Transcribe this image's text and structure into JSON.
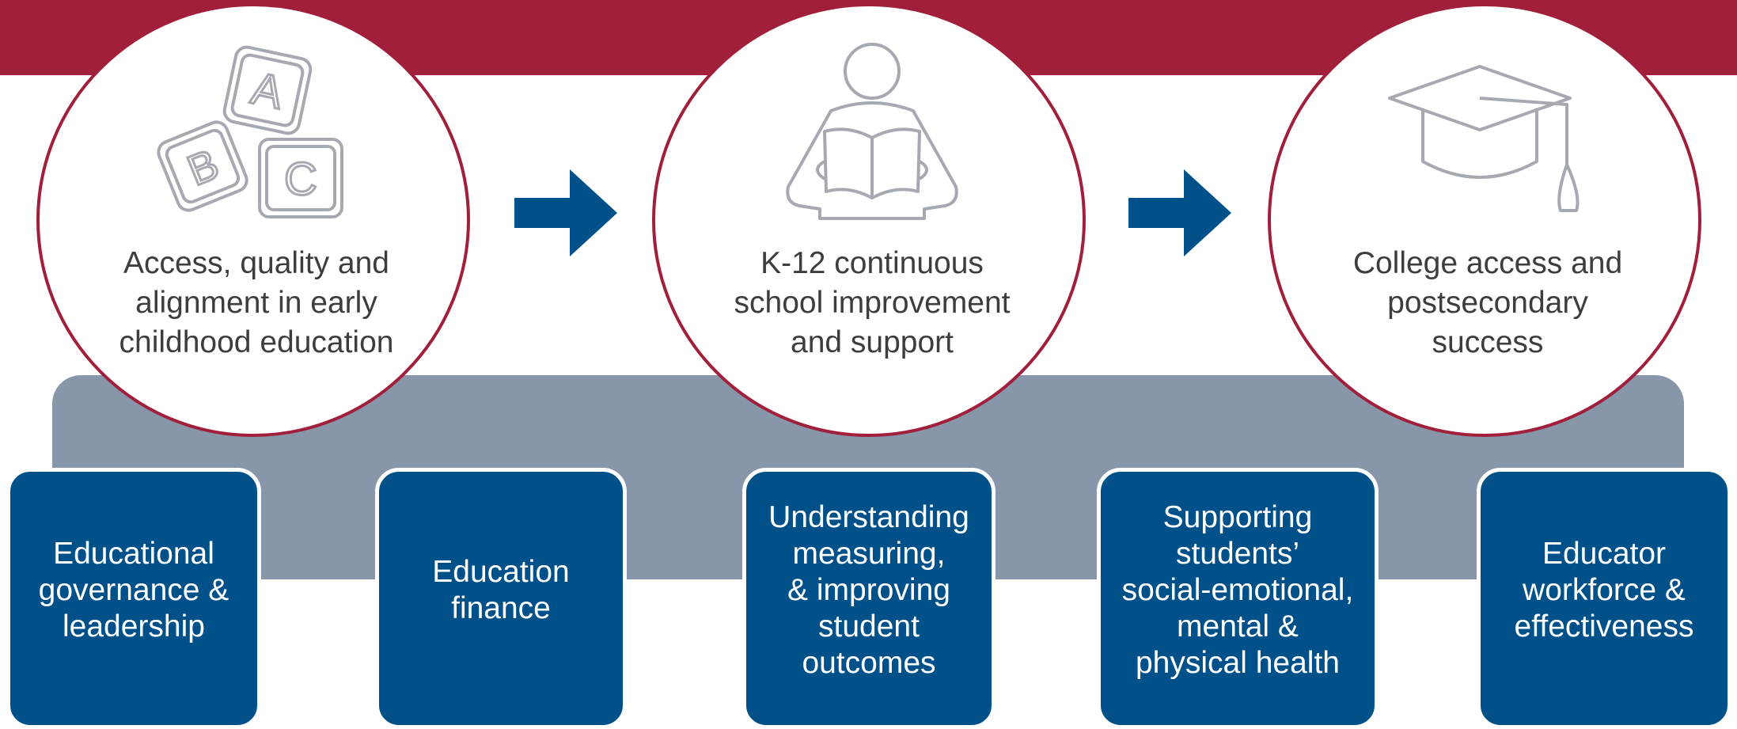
{
  "colors": {
    "crimson": "#a11f3b",
    "navy": "#005189",
    "gray_band": "#8796a8",
    "icon_gray": "#a6aab0",
    "text_dark": "#3d3d3d",
    "white": "#ffffff"
  },
  "stages": [
    {
      "icon": "abc-blocks-icon",
      "label": "Access, quality and alignment in early childhood education"
    },
    {
      "icon": "reading-person-icon",
      "label": "K-12 continuous school improvement and support"
    },
    {
      "icon": "graduation-cap-icon",
      "label": "College access and postsecondary success"
    }
  ],
  "arrows": [
    "arrow-right-icon",
    "arrow-right-icon"
  ],
  "block_letters": [
    "A",
    "B",
    "C"
  ],
  "focus_areas": [
    {
      "label": "Educational\ngovernance &\nleadership"
    },
    {
      "label": "Education\nfinance"
    },
    {
      "label": "Understanding\nmeasuring,\n& improving\nstudent\noutcomes"
    },
    {
      "label": "Supporting\nstudents’\nsocial-emotional,\nmental &\nphysical health"
    },
    {
      "label": "Educator\nworkforce &\neffectiveness"
    }
  ]
}
